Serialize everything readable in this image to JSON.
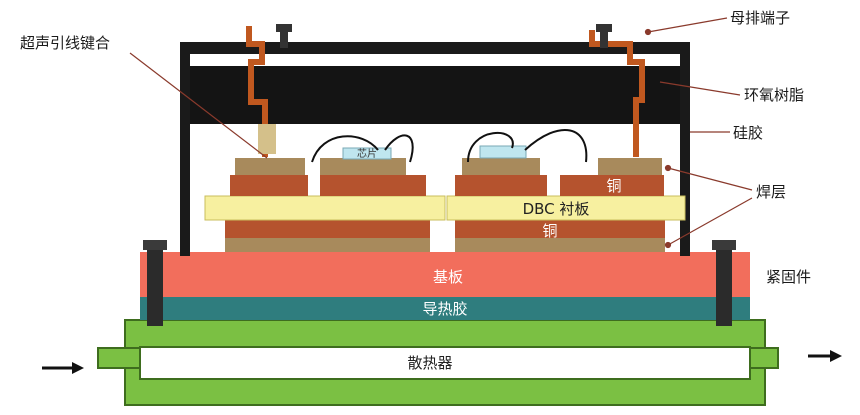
{
  "labels": {
    "busbar": "母排端子",
    "ultrasonic": "超声引线键合",
    "epoxy": "环氧树脂",
    "silicone": "硅胶",
    "copper_right": "铜",
    "solder": "焊层",
    "dbc": "DBC 衬板",
    "copper_mid": "铜",
    "fastener": "紧固件",
    "baseplate": "基板",
    "thermal_paste": "导热胶",
    "heatsink": "散热器",
    "chip": "芯片"
  },
  "colors": {
    "frame": "#1a1a1a",
    "epoxy": "#141414",
    "busbar": "#c0581f",
    "copper": "#b5532e",
    "solder": "#a88a5c",
    "dbc": "#f7f0a0",
    "baseplate": "#f26e5c",
    "thermal_paste": "#2f7d7e",
    "heatsink": "#7bc043",
    "chip": "#bfe6ef",
    "label_line": "#8a3a2c"
  }
}
